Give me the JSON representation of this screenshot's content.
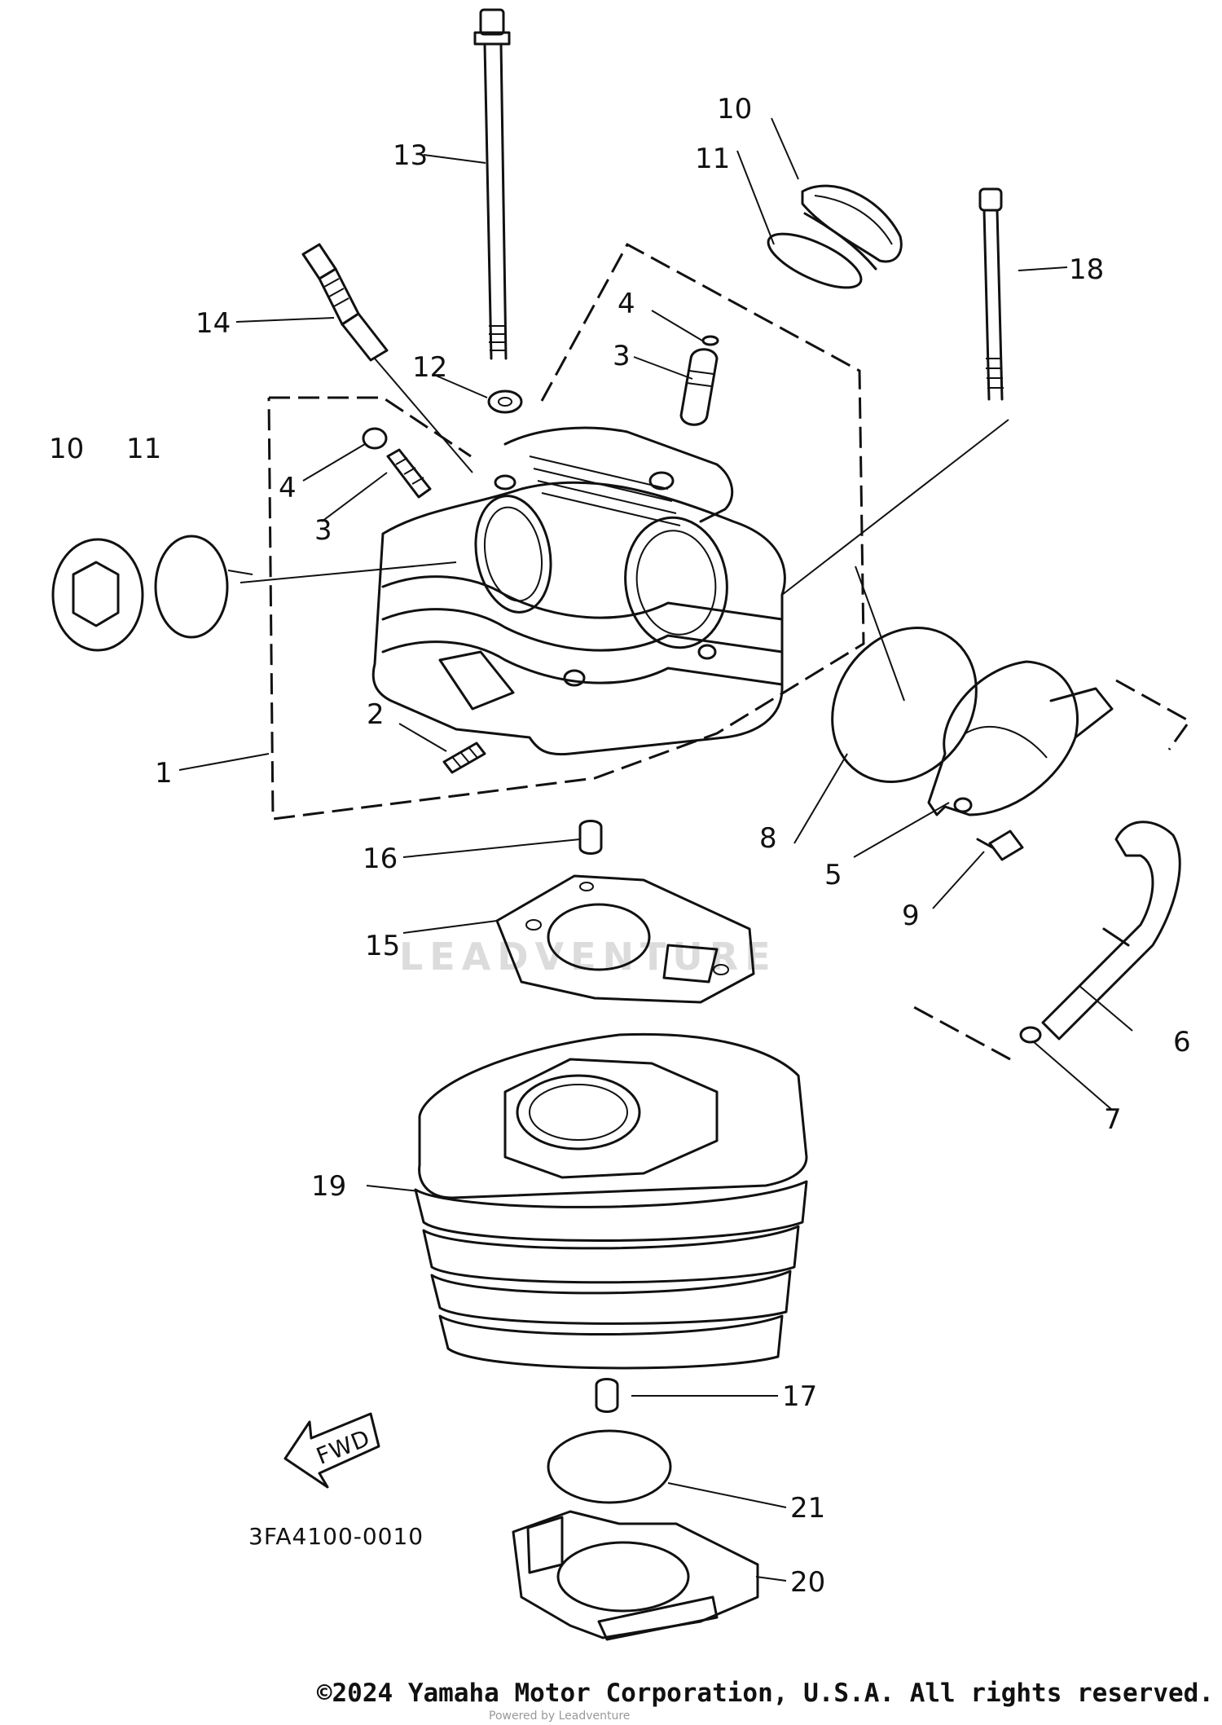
{
  "callouts": [
    "1",
    "2",
    "3",
    "3",
    "4",
    "4",
    "5",
    "6",
    "7",
    "8",
    "9",
    "10",
    "10",
    "11",
    "11",
    "12",
    "13",
    "14",
    "15",
    "16",
    "17",
    "18",
    "19",
    "20",
    "21"
  ],
  "direction_label": "FWD",
  "diagram_code": "3FA4100-0010",
  "watermark": "LEADVENTURE",
  "copyright": "©2024 Yamaha Motor Corporation, U.S.A. All rights reserved.",
  "copyright_sub": "Powered by Leadventure"
}
